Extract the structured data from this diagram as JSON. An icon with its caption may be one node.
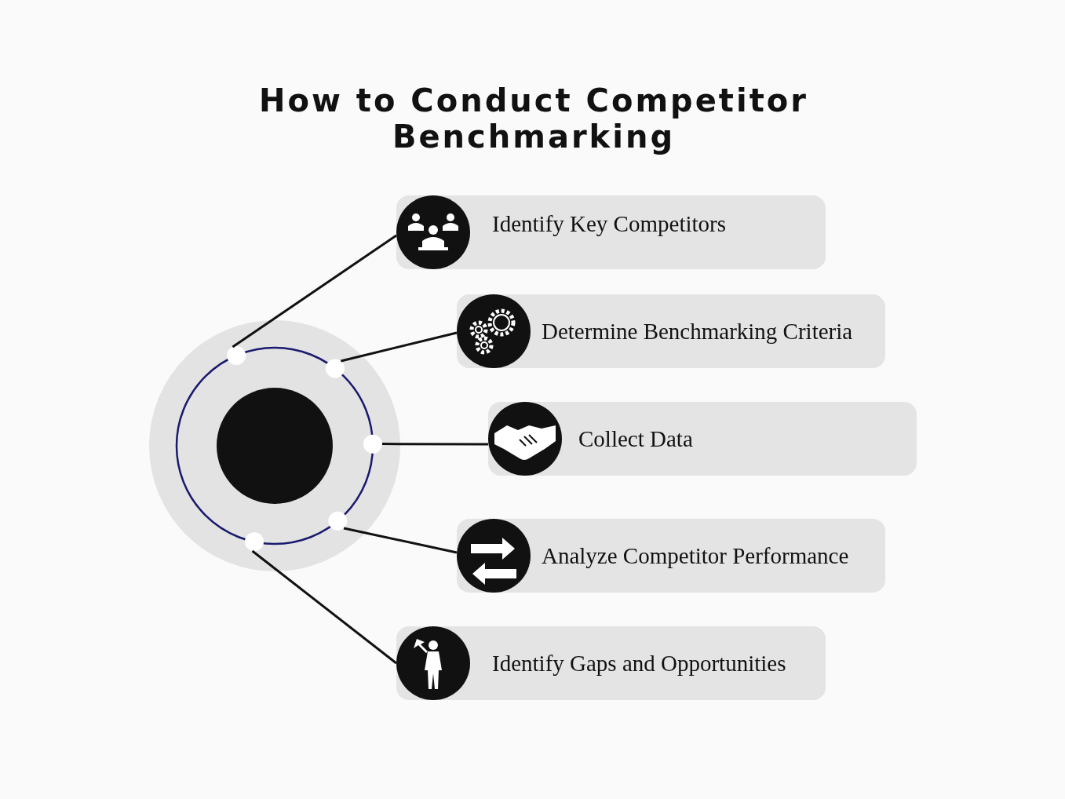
{
  "diagram": {
    "title": "How to Conduct Competitor Benchmarking",
    "nodes": [
      {
        "text": [],
        "shape": "circle"
      },
      {
        "text": [
          "Identify Key Competitors"
        ]
      },
      {
        "text": [
          "Determine Benchmarking Criteria"
        ]
      },
      {
        "text": [
          "Collect Data"
        ]
      },
      {
        "text": [
          "Analyze Competitor Performance"
        ]
      },
      {
        "text": [
          "Identify Gaps and Opportunities"
        ]
      }
    ],
    "edges": [
      {
        "from": 0,
        "to": 1,
        "arrow": "none"
      },
      {
        "from": 0,
        "to": 2,
        "arrow": "none"
      },
      {
        "from": 0,
        "to": 3,
        "arrow": "none"
      },
      {
        "from": 0,
        "to": 4,
        "arrow": "none"
      },
      {
        "from": 0,
        "to": 5,
        "arrow": "none"
      }
    ]
  }
}
